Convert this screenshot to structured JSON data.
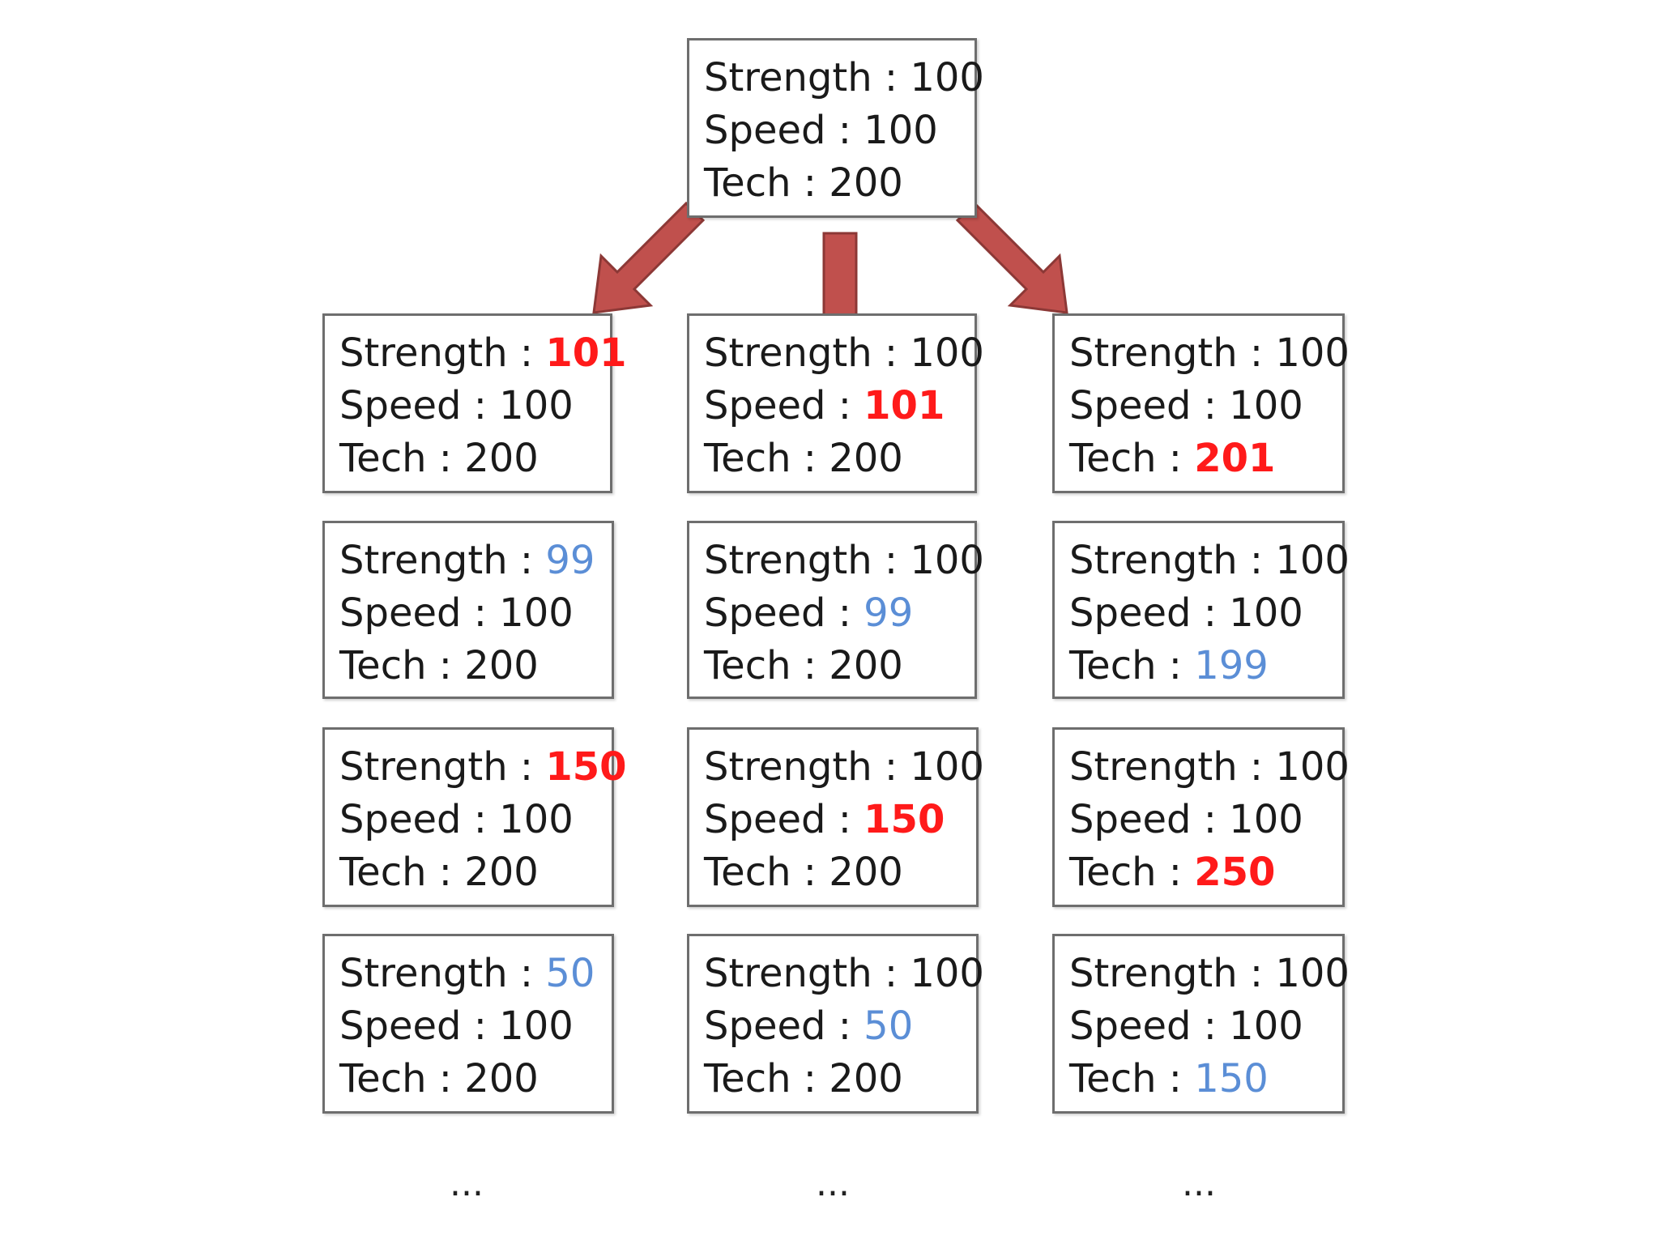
{
  "root": {
    "rows": [
      {
        "label": "Strength : ",
        "value": "100",
        "tone": "normal"
      },
      {
        "label": "Speed : ",
        "value": "100",
        "tone": "normal"
      },
      {
        "label": "Tech : ",
        "value": "200",
        "tone": "normal"
      }
    ]
  },
  "columns": [
    {
      "boxes": [
        {
          "rows": [
            {
              "label": "Strength : ",
              "value": "101",
              "tone": "up"
            },
            {
              "label": "Speed : ",
              "value": "100",
              "tone": "normal"
            },
            {
              "label": "Tech : ",
              "value": "200",
              "tone": "normal"
            }
          ]
        },
        {
          "rows": [
            {
              "label": "Strength : ",
              "value": "99",
              "tone": "down"
            },
            {
              "label": "Speed : ",
              "value": "100",
              "tone": "normal"
            },
            {
              "label": "Tech : ",
              "value": "200",
              "tone": "normal"
            }
          ]
        },
        {
          "rows": [
            {
              "label": "Strength : ",
              "value": "150",
              "tone": "up"
            },
            {
              "label": "Speed : ",
              "value": "100",
              "tone": "normal"
            },
            {
              "label": "Tech : ",
              "value": "200",
              "tone": "normal"
            }
          ]
        },
        {
          "rows": [
            {
              "label": "Strength : ",
              "value": "50",
              "tone": "down"
            },
            {
              "label": "Speed : ",
              "value": "100",
              "tone": "normal"
            },
            {
              "label": "Tech : ",
              "value": "200",
              "tone": "normal"
            }
          ]
        }
      ],
      "ellipsis": "..."
    },
    {
      "boxes": [
        {
          "rows": [
            {
              "label": "Strength : ",
              "value": "100",
              "tone": "normal"
            },
            {
              "label": "Speed : ",
              "value": "101",
              "tone": "up"
            },
            {
              "label": "Tech : ",
              "value": "200",
              "tone": "normal"
            }
          ]
        },
        {
          "rows": [
            {
              "label": "Strength : ",
              "value": "100",
              "tone": "normal"
            },
            {
              "label": "Speed : ",
              "value": "99",
              "tone": "down"
            },
            {
              "label": "Tech : ",
              "value": "200",
              "tone": "normal"
            }
          ]
        },
        {
          "rows": [
            {
              "label": "Strength : ",
              "value": "100",
              "tone": "normal"
            },
            {
              "label": "Speed : ",
              "value": "150",
              "tone": "up"
            },
            {
              "label": "Tech : ",
              "value": "200",
              "tone": "normal"
            }
          ]
        },
        {
          "rows": [
            {
              "label": "Strength : ",
              "value": "100",
              "tone": "normal"
            },
            {
              "label": "Speed : ",
              "value": "50",
              "tone": "down"
            },
            {
              "label": "Tech : ",
              "value": "200",
              "tone": "normal"
            }
          ]
        }
      ],
      "ellipsis": "..."
    },
    {
      "boxes": [
        {
          "rows": [
            {
              "label": "Strength : ",
              "value": "100",
              "tone": "normal"
            },
            {
              "label": "Speed : ",
              "value": "100",
              "tone": "normal"
            },
            {
              "label": "Tech : ",
              "value": "201",
              "tone": "up"
            }
          ]
        },
        {
          "rows": [
            {
              "label": "Strength : ",
              "value": "100",
              "tone": "normal"
            },
            {
              "label": "Speed : ",
              "value": "100",
              "tone": "normal"
            },
            {
              "label": "Tech : ",
              "value": "199",
              "tone": "down"
            }
          ]
        },
        {
          "rows": [
            {
              "label": "Strength : ",
              "value": "100",
              "tone": "normal"
            },
            {
              "label": "Speed : ",
              "value": "100",
              "tone": "normal"
            },
            {
              "label": "Tech : ",
              "value": "250",
              "tone": "up"
            }
          ]
        },
        {
          "rows": [
            {
              "label": "Strength : ",
              "value": "100",
              "tone": "normal"
            },
            {
              "label": "Speed : ",
              "value": "100",
              "tone": "normal"
            },
            {
              "label": "Tech : ",
              "value": "150",
              "tone": "down"
            }
          ]
        }
      ],
      "ellipsis": "..."
    }
  ],
  "colors": {
    "increase": "#ff1a1a",
    "decrease": "#5b8ed6",
    "arrow": "#c0504d"
  }
}
